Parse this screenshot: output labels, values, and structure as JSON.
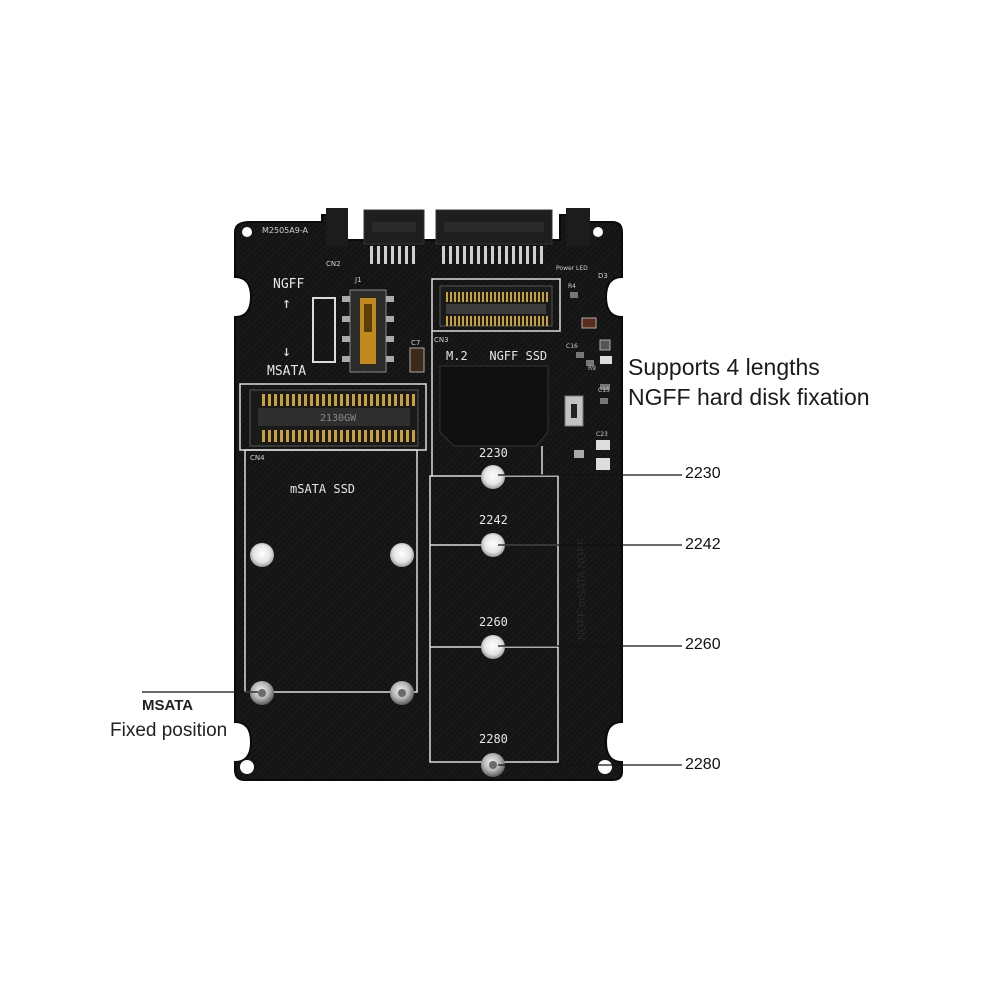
{
  "headline": {
    "line1": "Supports 4 lengths",
    "line2": "NGFF hard disk fixation"
  },
  "lengths": [
    "2230",
    "2242",
    "2260",
    "2280"
  ],
  "msata_callout": {
    "title": "MSATA",
    "subtitle": "Fixed position"
  },
  "board": {
    "model": "M2505A9-A",
    "switch_top": "NGFF",
    "switch_bottom": "MSATA",
    "ngff_slot_label": "M.2   NGFF SSD",
    "msata_slot_label": "mSATA SSD",
    "connector_print": "2130GW",
    "refs": {
      "cn2": "CN2",
      "cn3": "CN3",
      "cn4": "CN4",
      "j1": "J1",
      "c7": "C7",
      "d3": "D3",
      "r4": "R4",
      "r9": "R9",
      "c15": "C15",
      "c16": "C16",
      "c23": "C23",
      "power_led": "Power LED"
    }
  },
  "colors": {
    "pcb": "#111111",
    "silkscreen": "#e8e8e8",
    "gold": "#c9a13a",
    "pad": "#d8d8d8"
  }
}
